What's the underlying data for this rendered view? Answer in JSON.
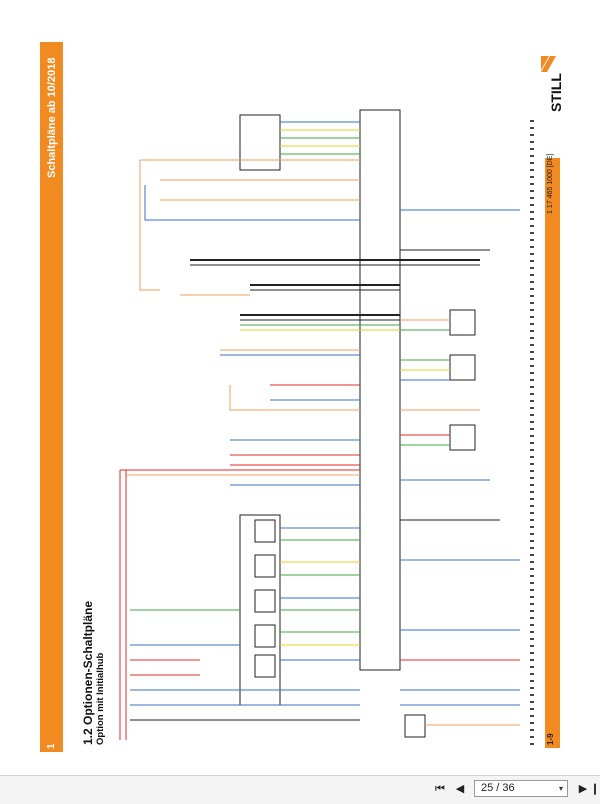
{
  "document": {
    "band_title": "Schaltpläne ab 10/2018",
    "band_page_number": "1",
    "section_title": "1.2 Optionen-Schaltpläne",
    "section_subtitle": "Option mit Initialhub",
    "doc_number": "1 17 465 1000 [DE]",
    "footer_number": "1-9",
    "logo_text": "STILL"
  },
  "colors": {
    "brand_orange": "#f18a21",
    "wire_orange": "#f0a060",
    "wire_blue": "#3a6fc4",
    "wire_red": "#e02a2a",
    "wire_green": "#3fa844",
    "wire_yellow": "#e6d22a",
    "wire_black": "#222222"
  },
  "icons": {
    "first": "first-page-icon",
    "prev": "previous-page-icon",
    "next": "next-page-icon",
    "last": "last-page-icon",
    "dropdown": "chevron-down-icon"
  },
  "toolbar": {
    "first_glyph": "⏮",
    "prev_glyph": "◀",
    "next_glyph": "▶",
    "last_glyph": "❙",
    "page_indicator": "25 / 36",
    "dropdown_glyph": "▾"
  }
}
